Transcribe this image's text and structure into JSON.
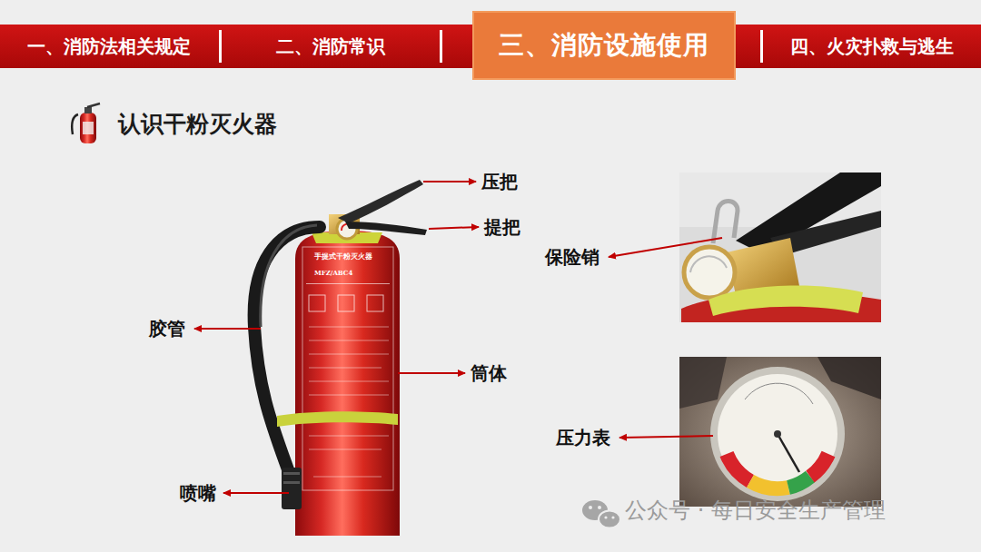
{
  "diagram": {
    "title": "认识干粉灭火器",
    "nodes": [
      {
        "text": [
          "一、消防法相关规定"
        ]
      },
      {
        "text": [
          "二、消防常识"
        ]
      },
      {
        "text": [
          "三、消防设施使用"
        ]
      },
      {
        "text": [
          "四、火灾扑救与逃生"
        ]
      }
    ],
    "labels": [
      "压把",
      "提把",
      "胶管",
      "筒体",
      "喷嘴",
      "保险销",
      "压力表",
      "手提式干粉灭火器",
      "MFZ/ABC4",
      "公众号 · 每日安全生产管理"
    ]
  }
}
